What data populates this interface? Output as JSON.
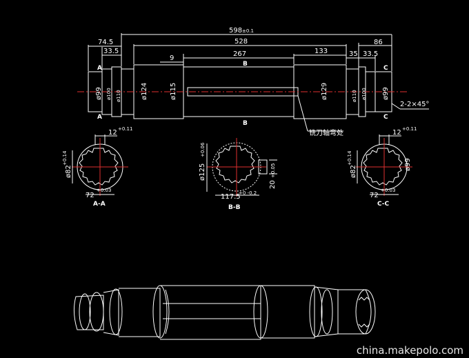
{
  "drawing": {
    "dimensions": {
      "overall": "598",
      "overall_tol": "±0.1",
      "span_528": "528",
      "span_267": "267",
      "span_133": "133",
      "left_74_5": "74.5",
      "left_33_5": "33.5",
      "left_9": "9",
      "right_86": "86",
      "right_35": "35",
      "right_33_5": "33.5",
      "phi99_left": "ø99",
      "phi100_left": "ø100",
      "phi110_left": "ø110",
      "phi124": "ø124",
      "phi115": "ø115",
      "phi129": "ø129",
      "phi110_right": "ø110",
      "phi100_right": "ø100",
      "phi99_right": "ø99",
      "chamfer": "2-2×45°",
      "note": "铣刀轴弯处"
    },
    "sections": {
      "a": {
        "title": "A-A",
        "width": "12",
        "width_tol": "+0.11",
        "inner": "ø82",
        "inner_tol": "+0.14",
        "bottom": "72",
        "bottom_tol": "+0.03"
      },
      "b": {
        "title": "B-B",
        "dia": "ø125",
        "dia_tol": "+0.06",
        "key": "20",
        "key_tol": "+0.05",
        "bottom": "117.5",
        "bottom_tol": "+0 -0.2"
      },
      "c": {
        "title": "C-C",
        "width": "12",
        "width_tol": "+0.11",
        "inner": "ø82",
        "inner_tol": "+0.14",
        "outer": "ø99",
        "bottom": "72",
        "bottom_tol": "+0.03"
      }
    },
    "labels": {
      "a_top": "A",
      "a_bottom": "A",
      "b_top": "B",
      "b_bottom": "B",
      "c_top": "C",
      "c_bottom": "C"
    }
  },
  "watermark": "china.makepolo.com"
}
